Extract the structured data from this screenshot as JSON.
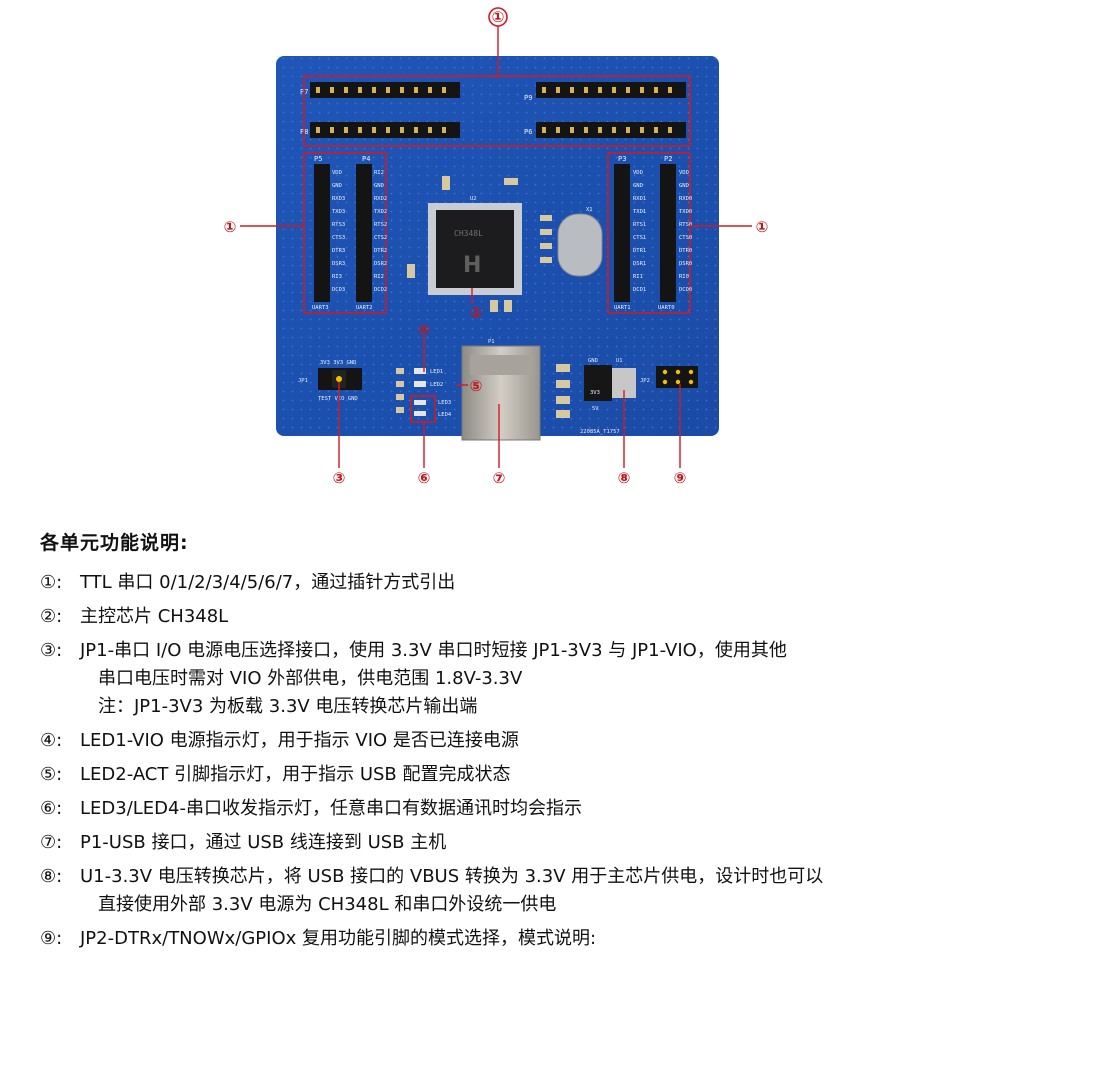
{
  "figure": {
    "callouts": [
      "①",
      "②",
      "③",
      "④",
      "⑤",
      "⑥",
      "⑦",
      "⑧",
      "⑨"
    ],
    "board": {
      "chip_label": "CH348L",
      "chip_ref": "U2",
      "crystal_ref": "X1",
      "usb_ref": "P1",
      "regulator_ref": "U1",
      "jp1_ref": "JP1",
      "jp2_ref": "JP2",
      "board_code": "22085A_T1757",
      "header_refs": [
        "P7",
        "P8",
        "P9",
        "P6",
        "P5",
        "P4",
        "P3",
        "P2"
      ],
      "uart_labels": [
        "UART3",
        "UART2",
        "UART1",
        "UART0"
      ],
      "led_labels": [
        "LED1",
        "LED2",
        "LED3",
        "LED4"
      ],
      "left_pins": [
        "VDD",
        "GND",
        "RXD3",
        "TXD3",
        "RTS3",
        "CTS3",
        "DTR3",
        "DSR3",
        "RI3",
        "DCD3"
      ],
      "mid_pins": [
        "RI2",
        "GND",
        "RXD2",
        "TXD2",
        "RTS2",
        "CTS2",
        "DTR2",
        "DSR2",
        "RI2",
        "DCD2"
      ],
      "right_pins1": [
        "VDD",
        "GND",
        "RXD1",
        "TXD1",
        "RTS1",
        "CTS1",
        "DTR1",
        "DSR1",
        "RI1",
        "DCD1"
      ],
      "right_pins0": [
        "VDD",
        "GND",
        "RXD0",
        "TXD0",
        "RTS0",
        "CTS0",
        "DTR0",
        "DSR0",
        "RI0",
        "DCD0"
      ],
      "jp1_top": "3V3 3V3 GND",
      "jp1_bottom": "TEST VIO GND",
      "reg_labels": [
        "GND",
        "3V3",
        "5V"
      ]
    }
  },
  "description": {
    "heading": "各单元功能说明:",
    "items": [
      {
        "marker": "①:",
        "lines": [
          "TTL 串口 0/1/2/3/4/5/6/7，通过插针方式引出"
        ]
      },
      {
        "marker": "②:",
        "lines": [
          "主控芯片 CH348L"
        ]
      },
      {
        "marker": "③:",
        "lines": [
          "JP1-串口 I/O 电源电压选择接口，使用 3.3V 串口时短接 JP1-3V3 与 JP1-VIO，使用其他",
          "串口电压时需对 VIO 外部供电，供电范围 1.8V-3.3V",
          "注：JP1-3V3 为板载 3.3V 电压转换芯片输出端"
        ]
      },
      {
        "marker": "④:",
        "lines": [
          "LED1-VIO 电源指示灯，用于指示 VIO 是否已连接电源"
        ]
      },
      {
        "marker": "⑤:",
        "lines": [
          "LED2-ACT 引脚指示灯，用于指示 USB 配置完成状态"
        ]
      },
      {
        "marker": "⑥:",
        "lines": [
          "LED3/LED4-串口收发指示灯，任意串口有数据通讯时均会指示"
        ]
      },
      {
        "marker": "⑦:",
        "lines": [
          "P1-USB 接口，通过 USB 线连接到 USB 主机"
        ]
      },
      {
        "marker": "⑧:",
        "lines": [
          "U1-3.3V 电压转换芯片，将 USB 接口的 VBUS 转换为 3.3V 用于主芯片供电，设计时也可以",
          "直接使用外部 3.3V 电源为 CH348L 和串口外设统一供电"
        ]
      },
      {
        "marker": "⑨:",
        "lines": [
          "JP2-DTRx/TNOWx/GPIOx 复用功能引脚的模式选择，模式说明:"
        ]
      }
    ]
  }
}
